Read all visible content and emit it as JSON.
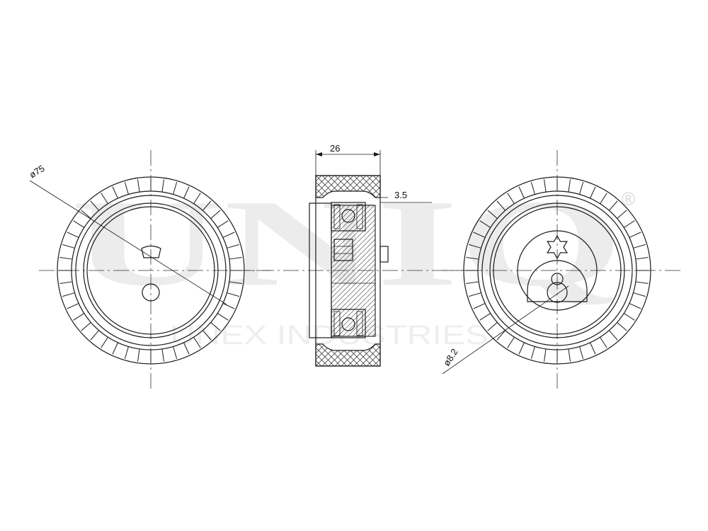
{
  "watermark": {
    "brand": "UNIQ",
    "registered_mark": "®",
    "subtitle": "UNEX INDUSTRIES"
  },
  "dimensions": {
    "outer_diameter": "ø75",
    "width": "26",
    "offset": "3.5",
    "bore_diameter": "ø8.2"
  }
}
